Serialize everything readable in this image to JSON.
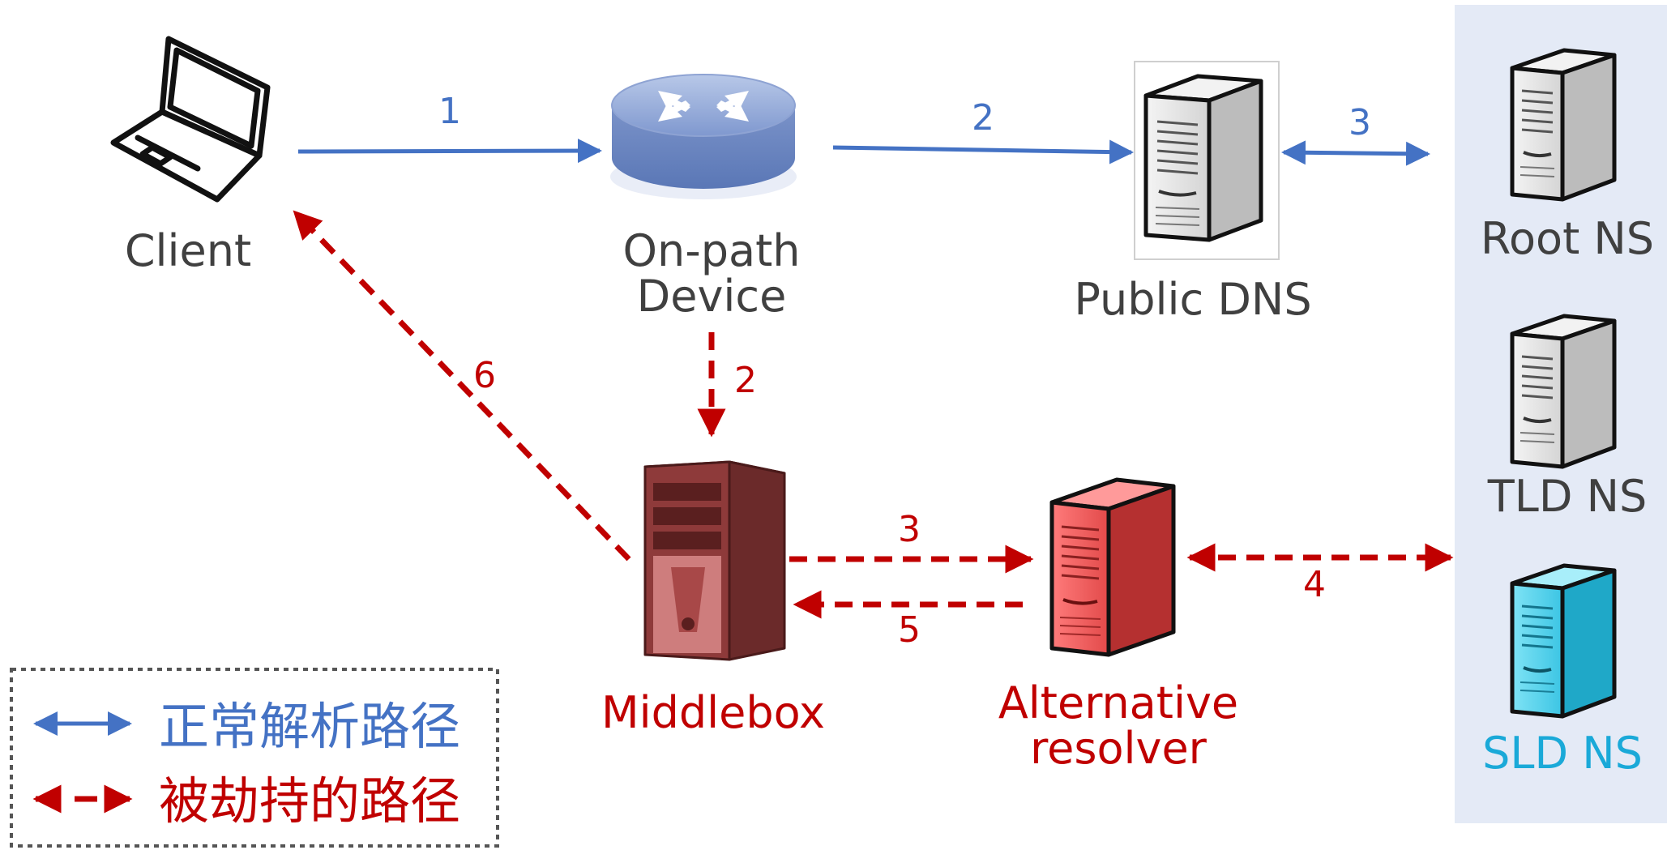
{
  "nodes": {
    "client": "Client",
    "onpath_line1": "On-path",
    "onpath_line2": "Device",
    "public_dns": "Public DNS",
    "root_ns": "Root NS",
    "tld_ns": "TLD NS",
    "sld_ns": "SLD NS",
    "middlebox": "Middlebox",
    "alt_line1": "Alternative",
    "alt_line2": "resolver"
  },
  "steps": {
    "normal": {
      "s1": "1",
      "s2": "2",
      "s3": "3"
    },
    "hijack": {
      "s2": "2",
      "s3": "3",
      "s4": "4",
      "s5": "5",
      "s6": "6"
    }
  },
  "legend": {
    "normal_label": "正常解析路径",
    "hijacked_label": "被劫持的路径"
  },
  "colors": {
    "normal": "#4472c4",
    "hijack": "#c00000",
    "text": "#404040",
    "sld": "#1aa9d8",
    "ns_panel": "#e4eaf6"
  }
}
